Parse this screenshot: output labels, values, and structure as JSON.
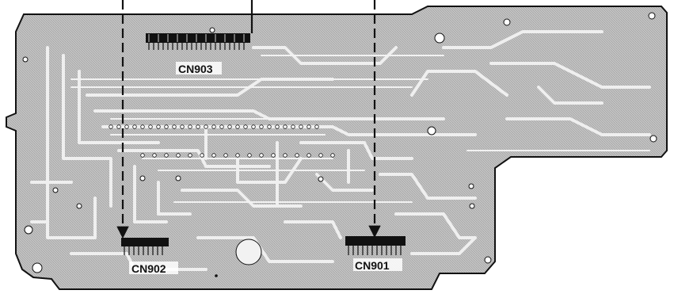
{
  "labels": {
    "cn903": "CN903",
    "cn902": "CN902",
    "cn901": "CN901"
  },
  "colors": {
    "board": "#c9c9c9",
    "trace": "#eeeeee",
    "ink": "#111111"
  }
}
